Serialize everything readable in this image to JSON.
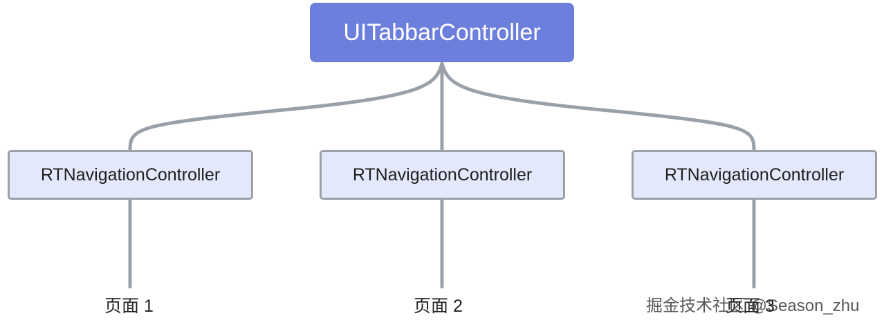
{
  "root": {
    "label": "UITabbarController"
  },
  "children": [
    {
      "label": "RTNavigationController",
      "leaf": "页面 1"
    },
    {
      "label": "RTNavigationController",
      "leaf": "页面 2"
    },
    {
      "label": "RTNavigationController",
      "leaf": "页面 3"
    }
  ],
  "watermark": "掘金技术社区 @Season_zhu",
  "colors": {
    "root_fill": "#6d7fdc",
    "child_fill": "#e3e8fb",
    "connector": "#9aa0a8"
  }
}
